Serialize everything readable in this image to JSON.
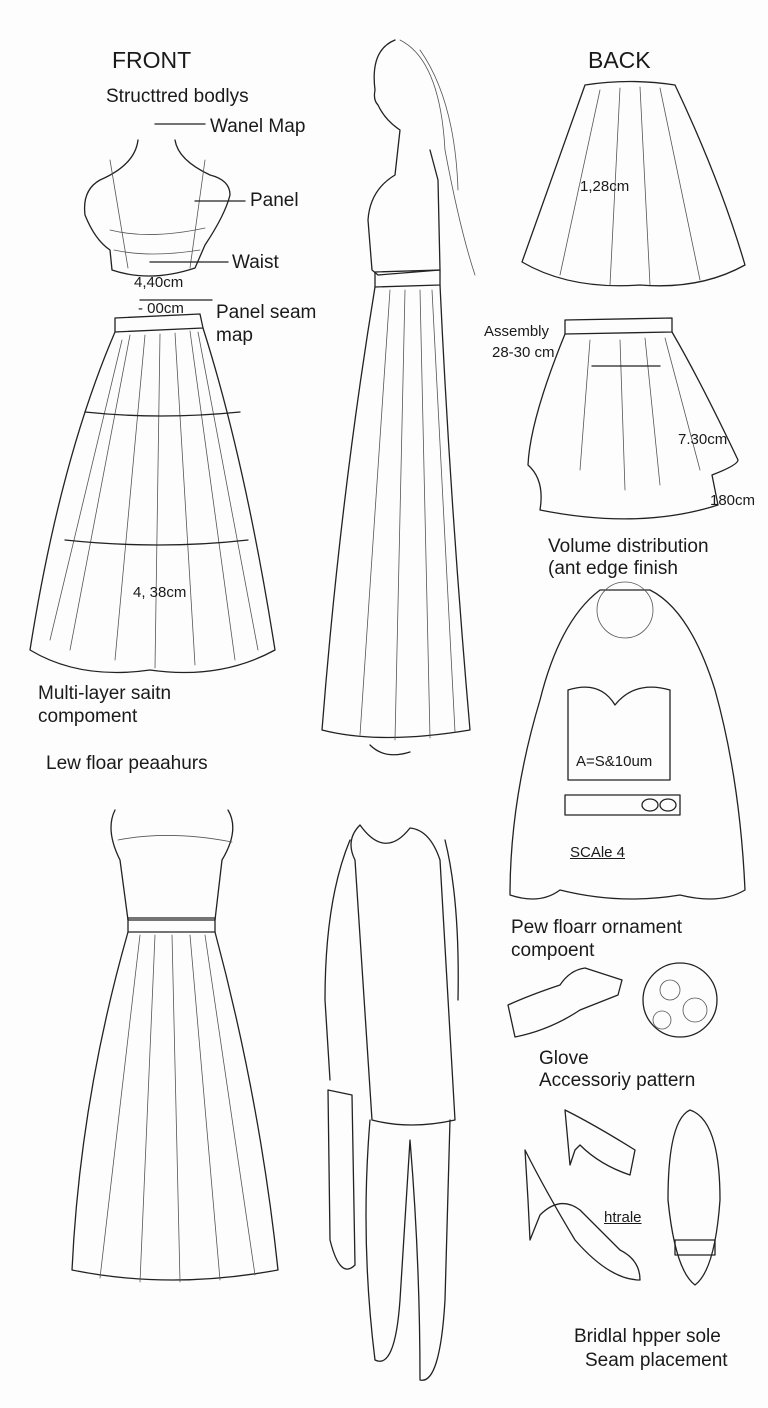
{
  "headings": {
    "front": "FRONT",
    "back": "BACK"
  },
  "labels": {
    "structured_bodice": "Structtred bodlys",
    "wanel_map": "Wanel Map",
    "panel": "Panel",
    "waist": "Waist",
    "bodice_measure": "4,40cm",
    "waistband_measure": "- 00cm",
    "panel_seam_1": "Panel seam",
    "panel_seam_2": "map",
    "back_skirt_measure": "1,28cm",
    "assembly_1": "Assembly",
    "assembly_2": "28-30 cm",
    "hem_measure_1": "7.30cm",
    "hem_measure_2": "180cm",
    "volume_1": "Volume distribution",
    "volume_2": "(ant edge finish",
    "skirt_measure": "4, 38cm",
    "multilayer_1": "Multi-layer saitn",
    "multilayer_2": "compoment",
    "lew_floar": "Lew floar peaahurs",
    "veil_measure": "A=S&10um",
    "scale": "SCAle 4",
    "ornament_1": "Pew floarr ornament",
    "ornament_2": "compoent",
    "glove": "Glove",
    "accessory": "Accessoriy pattern",
    "shoe_scale": "htrale",
    "bridal_sole": "Bridlal hpper sole",
    "seam_placement": "Seam placement"
  }
}
